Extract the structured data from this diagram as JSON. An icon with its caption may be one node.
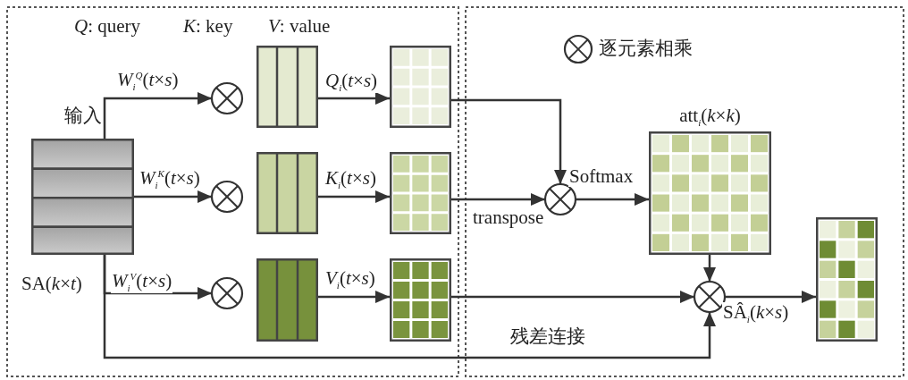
{
  "diagram": {
    "nodes": [
      {
        "text": [
          "输入"
        ],
        "beside": [
          "SA(*k*×*t*)"
        ]
      },
      {
        "text": [],
        "shape": "circle"
      },
      {
        "text": [],
        "shape": "circle"
      },
      {
        "text": [],
        "shape": "circle"
      },
      {
        "text": [],
        "shape": "box"
      },
      {
        "text": [],
        "shape": "box"
      },
      {
        "text": [],
        "shape": "box"
      },
      {
        "text": [],
        "shape": "box"
      },
      {
        "text": [],
        "shape": "box"
      },
      {
        "text": [],
        "shape": "box"
      },
      {
        "text": [],
        "shape": "circle"
      },
      {
        "text": [
          "att$_{i}$(*k*×*k*)"
        ]
      },
      {
        "text": [],
        "shape": "circle"
      },
      {
        "text": [],
        "shape": "box"
      }
    ],
    "edges": [
      {
        "from": 0,
        "to": 1,
        "arrow": "to",
        "label": "*W*$_{i}$$^{Q}$(*t*×*s*)"
      },
      {
        "from": 0,
        "to": 2,
        "arrow": "to",
        "label": "*W*$_{i}$$^{K}$(*t*×*s*)"
      },
      {
        "from": 0,
        "to": 3,
        "arrow": "to",
        "label": "*W*$_{i}$$^{V}$(*t*×*s*)"
      },
      {
        "from": 4,
        "to": 7,
        "arrow": "to",
        "label": "*Q*$_{i}$(*t*×*s*)"
      },
      {
        "from": 5,
        "to": 8,
        "arrow": "to",
        "label": "*K*$_{i}$(*t*×*s*)"
      },
      {
        "from": 6,
        "to": 9,
        "arrow": "to",
        "label": "*V*$_{i}$(*t*×*s*)"
      },
      {
        "from": 7,
        "to": 10,
        "arrow": "to"
      },
      {
        "from": 8,
        "to": 10,
        "arrow": "to",
        "label": "transpose"
      },
      {
        "from": 10,
        "to": 11,
        "arrow": "to",
        "label": "Softmax"
      },
      {
        "from": 11,
        "to": 12,
        "arrow": "to"
      },
      {
        "from": 9,
        "to": 12,
        "arrow": "to"
      },
      {
        "from": 0,
        "to": 12,
        "arrow": "to",
        "label": "残差连接"
      },
      {
        "from": 12,
        "to": 13,
        "arrow": "to",
        "label": "SÂ$_{i}$(*k*×*s*)"
      }
    ],
    "labels": [
      "*Q*: query",
      "*K*: key",
      "*V*: value"
    ],
    "legend": [
      {
        "text": "逐元素相乘"
      }
    ]
  }
}
